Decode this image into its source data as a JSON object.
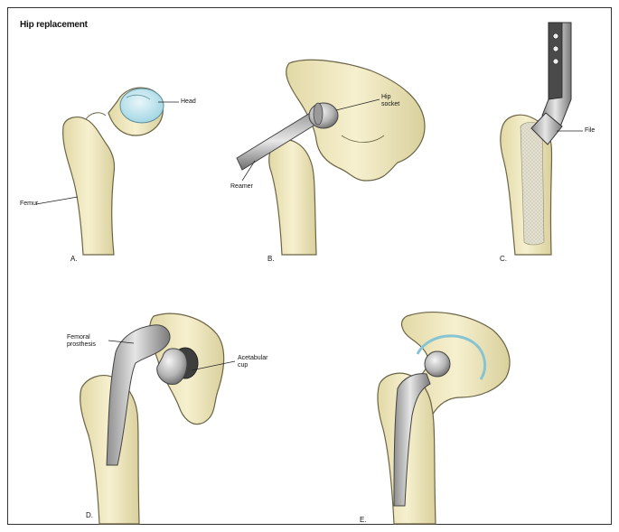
{
  "title": "Hip replacement",
  "panels": [
    {
      "letter": "A.",
      "labels": [
        "Head",
        "Femur"
      ]
    },
    {
      "letter": "B.",
      "labels": [
        "Hip socket",
        "Reamer"
      ]
    },
    {
      "letter": "C.",
      "labels": [
        "File"
      ]
    },
    {
      "letter": "D.",
      "labels": [
        "Femoral prosthesis",
        "Acetabular cup"
      ]
    },
    {
      "letter": "E.",
      "labels": []
    }
  ],
  "label_text": {
    "head": "Head",
    "femur": "Femur",
    "hip_socket": "Hip\nsocket",
    "reamer": "Reamer",
    "file": "File",
    "femoral_prosthesis": "Femoral\nprosthesis",
    "acetabular_cup": "Acetabular\ncup"
  },
  "colors": {
    "bone": "#f3ecc6",
    "bone_shade": "#d8cf9a",
    "metal": "#b8b8b8",
    "metal_dark": "#5a5a5a",
    "cartilage": "#bfe3ec"
  }
}
